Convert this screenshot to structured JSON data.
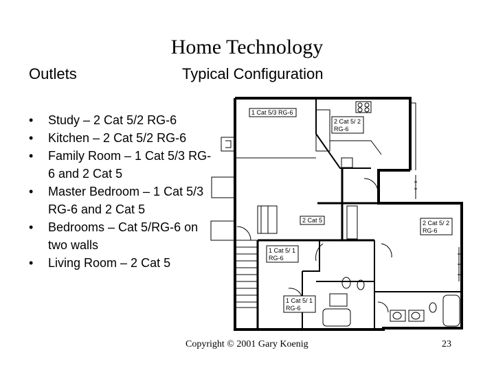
{
  "slide": {
    "title": "Home Technology",
    "left_heading": "Outlets",
    "center_heading": "Typical Configuration",
    "bullets": [
      "Study – 2 Cat 5/2 RG-6",
      "Kitchen – 2 Cat 5/2 RG-6",
      "Family Room – 1 Cat 5/3 RG-6 and 2 Cat 5",
      "Master Bedroom – 1 Cat 5/3 RG-6 and 2 Cat 5",
      "Bedrooms – Cat 5/RG-6 on two walls",
      "Living Room – 2 Cat 5"
    ],
    "footer": "Copyright © 2001 Gary Koenig",
    "page_number": "23"
  },
  "floor_plan": {
    "labels": {
      "l1": "1 Cat 5/3 RG-6",
      "l2a": "2 Cat 5/ 2",
      "l2b": "RG-6",
      "l3": "2 Cat 5",
      "l4a": "2 Cat 5/ 2",
      "l4b": "RG-6",
      "l5a": "1 Cat 5/ 1",
      "l5b": "RG-6",
      "l6a": "1 Cat 5/ 1",
      "l6b": "RG-6"
    }
  }
}
